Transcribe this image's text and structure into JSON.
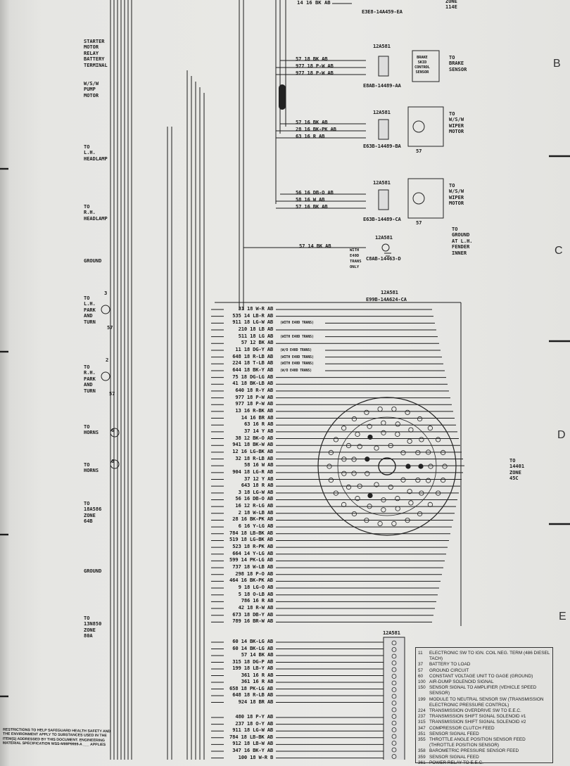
{
  "top": {
    "wire_top": "14 16 BK AB",
    "part_top": "E3E8-14A459-EA",
    "zone_top": "ZONE\n114E"
  },
  "zone_letters": [
    "B",
    "C",
    "D",
    "E"
  ],
  "left_labels": [
    {
      "text": "STARTER\nMOTOR\nRELAY\nBATTERY\nTERMINAL"
    },
    {
      "text": "W/S/W\nPUMP\nMOTOR"
    },
    {
      "text": "TO\nL.H.\nHEADLAMP"
    },
    {
      "text": "TO\nR.H.\nHEADLAMP"
    },
    {
      "text": "GROUND"
    },
    {
      "text": "TO\nL.H.\nPARK\nAND\nTURN"
    },
    {
      "text": "TO\nR.H.\nPARK\nAND\nTURN"
    },
    {
      "text": "TO\nHORNS"
    },
    {
      "text": "TO\nHORNS"
    },
    {
      "text": "TO\n18A586\nZONE\n64B"
    },
    {
      "text": "GROUND"
    },
    {
      "text": "TO\n13N850\nZONE\n80A"
    }
  ],
  "connectors": [
    {
      "code": "12A581",
      "part": "E8AB-14489-AA",
      "wires": [
        "57 18 BK AB",
        "977 18 P-W AB",
        "977 18 P-W AB"
      ],
      "device": "BRAKE\nSKID\nCONTROL\nSENSOR",
      "dest": "TO\nBRAKE\nSENSOR"
    },
    {
      "code": "12A581",
      "part": "E63B-14489-BA",
      "wires": [
        "57 16 BK AB",
        "28 16 BK-PK AB",
        "63 16 R AB"
      ],
      "ground": "57",
      "dest": "TO\nW/S/W\nWIPER\nMOTOR"
    },
    {
      "code": "12A581",
      "part": "E63B-14489-CA",
      "wires": [
        "56 16 DB-O AB",
        "58 16 W AB",
        "57 16 BK AB"
      ],
      "ground": "57",
      "dest": "TO\nW/S/W\nWIPER\nMOTOR"
    },
    {
      "code": "12A581",
      "part": "C8AB-14463-D",
      "wires": [
        "57 14 BK AB"
      ],
      "note": "WITH\nE40D\nTRANS\nONLY",
      "dest": "TO\nGROUND\nAT L.H.\nFENDER\nINNER"
    }
  ],
  "main_connector": {
    "code": "12A581",
    "part": "E99B-14A624-CA",
    "dest": "TO\n14401\nZONE\n45C"
  },
  "lamp_pins": [
    "3",
    "57",
    "2",
    "57",
    "6",
    "6"
  ],
  "wires": [
    {
      "l": "31 18 W-R AB"
    },
    {
      "l": "535 14 LB-R AB"
    },
    {
      "l": "911 18 LG-W AB",
      "n": "(WITH E40D TRANS)"
    },
    {
      "l": "210 18 LB AB"
    },
    {
      "l": "511 18 LG AB",
      "n": "(WITH E40D TRANS)"
    },
    {
      "l": "57 12 BK AB"
    },
    {
      "l": "11 18 DG-Y AB",
      "n": "(W/O E40D TRANS)"
    },
    {
      "l": "648 18 R-LB AB",
      "n": "(WITH E40D TRANS)"
    },
    {
      "l": "224 18 T-LB AB",
      "n": "(WITH E40D TRANS)"
    },
    {
      "l": "644 18 BK-Y AB",
      "n": "(W/O E40D TRANS)"
    },
    {
      "l": "75 18 DG-LG AB"
    },
    {
      "l": "41 18 BK-LB AB"
    },
    {
      "l": "640 18 R-Y AB"
    },
    {
      "l": "977 18 P-W AB"
    },
    {
      "l": "977 18 P-W AB"
    },
    {
      "l": "13 16 R-BK AB"
    },
    {
      "l": "14 16 BR AB"
    },
    {
      "l": "63 16 R AB"
    },
    {
      "l": "37 14 Y AB"
    },
    {
      "l": "38 12 BK-O AB"
    },
    {
      "l": "941 18 BK-W AB"
    },
    {
      "l": "12 16 LG-BK AB"
    },
    {
      "l": "32 18 R-LB AB"
    },
    {
      "l": "58 16 W AB"
    },
    {
      "l": "904 18 LG-R AB"
    },
    {
      "l": "37 12 Y AB"
    },
    {
      "l": "643 18 R AB"
    },
    {
      "l": "3 18 LG-W AB"
    },
    {
      "l": "56 16 DB-O AB"
    },
    {
      "l": "16 12 R-LG AB"
    },
    {
      "l": "2 18 W-LB AB"
    },
    {
      "l": "28 16 BK-PK AB"
    },
    {
      "l": "6 16 Y-LG AB"
    },
    {
      "l": "784 18 LB-BK AB"
    },
    {
      "l": "519 18 LG-BK AB"
    },
    {
      "l": "523 18 R-PK AB"
    },
    {
      "l": "664 14 Y-LG AB"
    },
    {
      "l": "599 14 PK-LG AB"
    },
    {
      "l": "737 18 W-LB AB"
    },
    {
      "l": "298 18 P-O AB"
    },
    {
      "l": "464 16 BK-PK AB"
    },
    {
      "l": "9 18 LG-O AB"
    },
    {
      "l": "5 18 O-LB AB"
    },
    {
      "l": "786 16 R AB"
    },
    {
      "l": "42 18 R-W AB"
    },
    {
      "l": "673 18 DB-Y AB"
    },
    {
      "l": "789 16 BR-W AB"
    }
  ],
  "bottom_connector": {
    "code": "12A581"
  },
  "bottom_wires_a": [
    "60 14 BK-LG AB",
    "60 14 BK-LG AB",
    "57 14 BK AB",
    "315 18 DG-P AB",
    "199 18 LB-Y AB",
    "361 16 R AB",
    "361 16 R AB",
    "658 18 PK-LG AB",
    "648 18 R-LB AB",
    "924 18 BR AB"
  ],
  "bottom_wires_b": [
    "480 18 P-Y AB",
    "237 18 O-Y AB",
    "911 18 LG-W AB",
    "784 18 LB-BK AB",
    "912 18 LB-W AB",
    "347 16 BK-Y AB",
    "100 18 W-R B"
  ],
  "legend": [
    {
      "n": "11",
      "d": "ELECTRONIC SW TO IGN. COIL NEG. TERM (486 DIESEL TACH)"
    },
    {
      "n": "37",
      "d": "BATTERY TO LOAD"
    },
    {
      "n": "57",
      "d": "GROUND CIRCUIT"
    },
    {
      "n": "60",
      "d": "CONSTANT VOLTAGE UNIT TO GAGE (GROUND)"
    },
    {
      "n": "100",
      "d": "AIR-DUMP SOLENOID SIGNAL"
    },
    {
      "n": "150",
      "d": "SENSOR SIGNAL TO AMPLIFIER (VEHICLE SPEED SENSOR)"
    },
    {
      "n": "199",
      "d": "MODULE TO NEUTRAL SENSOR SW (TRANSMISSION ELECTRONIC PRESSURE CONTROL)"
    },
    {
      "n": "224",
      "d": "TRANSMISSION OVERDRIVE SW TO E.E.C."
    },
    {
      "n": "237",
      "d": "TRANSMISSION SHIFT SIGNAL SOLENOID #1"
    },
    {
      "n": "315",
      "d": "TRANSMISSION SHIFT SIGNAL SOLENOID #2"
    },
    {
      "n": "347",
      "d": "COMPRESSOR CLUTCH FEED"
    },
    {
      "n": "351",
      "d": "SENSOR SIGNAL FEED"
    },
    {
      "n": "355",
      "d": "THROTTLE ANGLE POSITION SENSOR FEED (THROTTLE POSITION SENSOR)"
    },
    {
      "n": "358",
      "d": "BAROMETRIC PRESSURE SENSOR FEED"
    },
    {
      "n": "359",
      "d": "SENSOR SIGNAL FEED"
    },
    {
      "n": "361",
      "d": "POWER RELAY TO E.E.C."
    }
  ],
  "restriction_note": "RESTRICTIONS TO HELP SAFEGUARD HEALTH SAFETY AND THE ENVIRONMENT APPLY TO SUBSTANCES USED IN THE ITEM(S) ADDRESSED BY THIS DOCUMENT. ENGINEERING MATERIAL SPECIFICATION WSS-M99P9999-A ___ APPLIES"
}
